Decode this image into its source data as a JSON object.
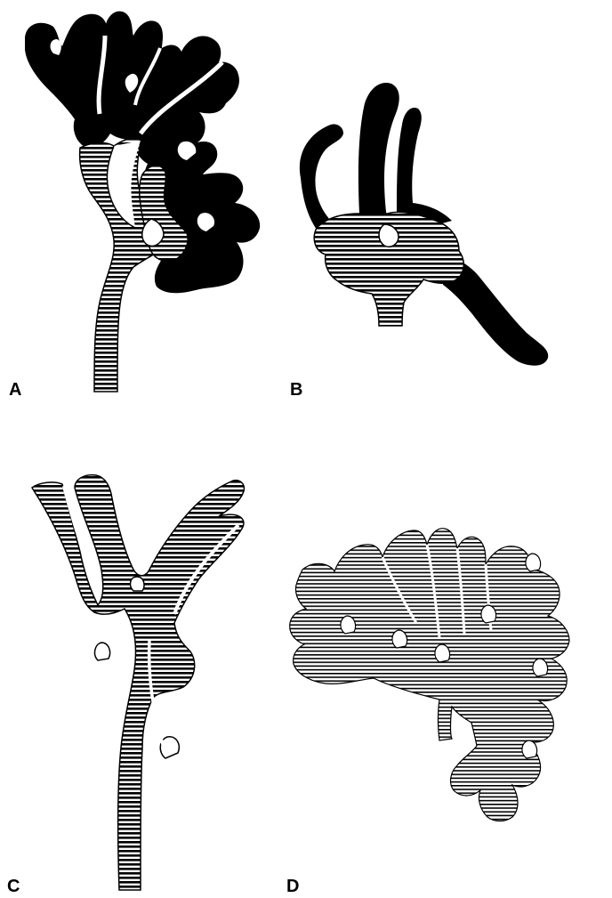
{
  "panels": [
    {
      "label": "A"
    },
    {
      "label": "B"
    },
    {
      "label": "C"
    },
    {
      "label": "D"
    }
  ],
  "colors": {
    "ink": "#000000",
    "paper": "#ffffff"
  }
}
